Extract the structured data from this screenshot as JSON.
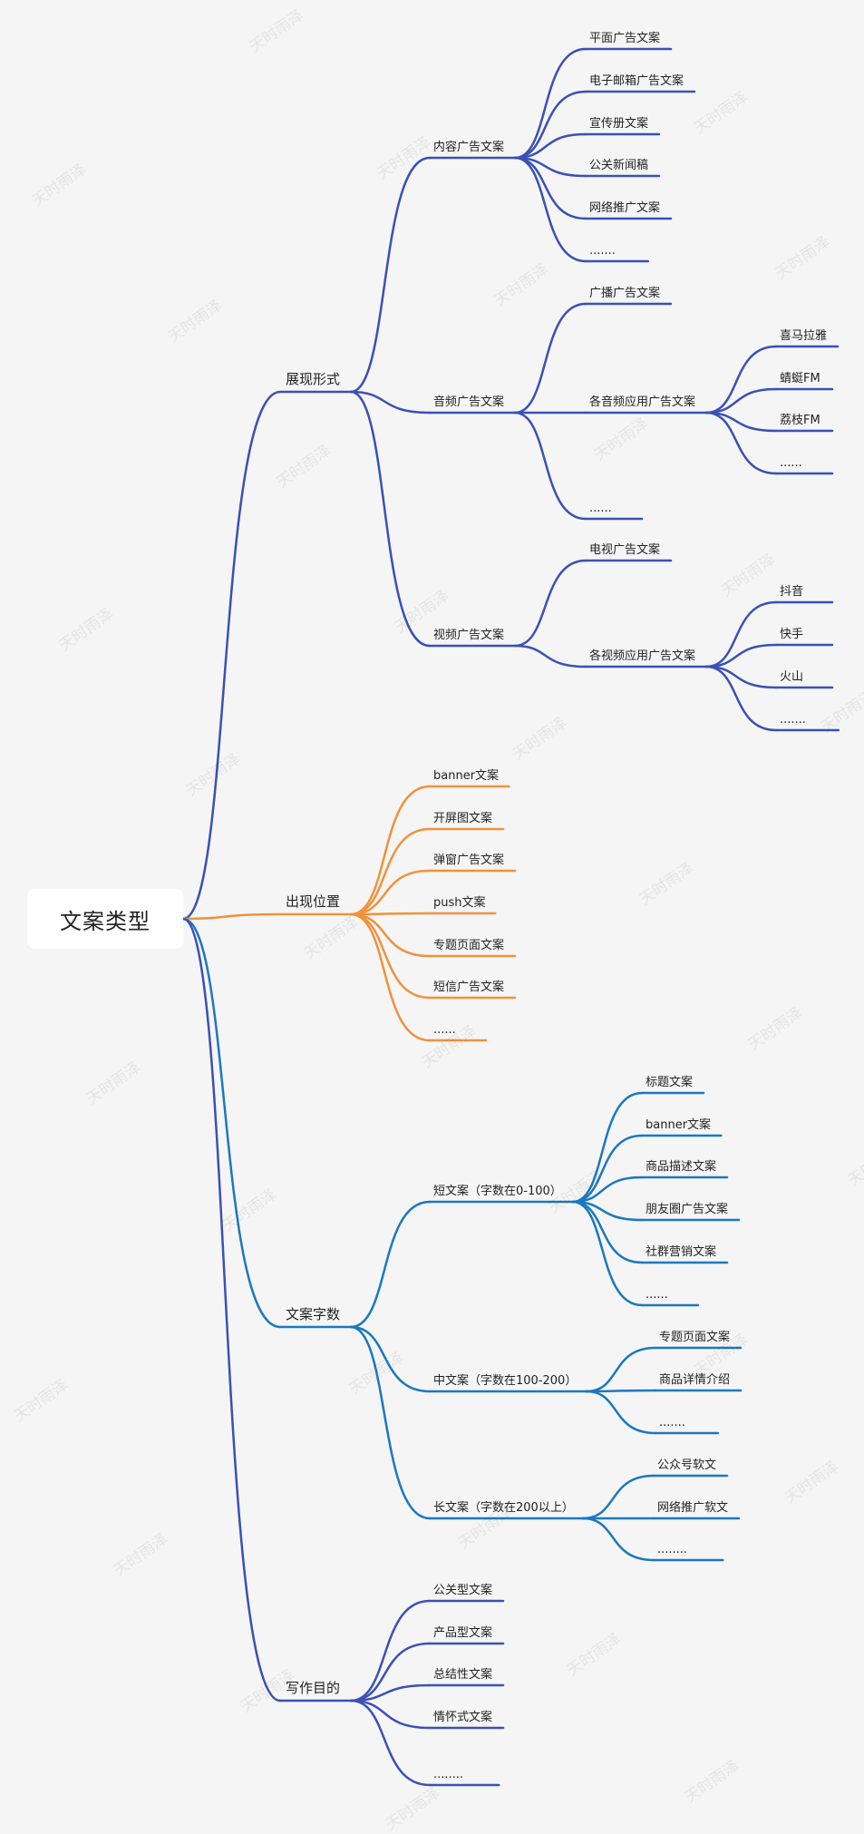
{
  "root": "文案类型",
  "watermark": "天时雨泽",
  "colors": {
    "blue": "#3b50b5",
    "orange": "#f0923a",
    "teal": "#1a78c0"
  },
  "branches": [
    {
      "label": "展现形式",
      "color": "blue",
      "children": [
        {
          "label": "内容广告文案",
          "children": [
            {
              "label": "平面广告文案"
            },
            {
              "label": "电子邮箱广告文案"
            },
            {
              "label": "宣传册文案"
            },
            {
              "label": "公关新闻稿"
            },
            {
              "label": "网络推广文案"
            },
            {
              "label": "......."
            }
          ]
        },
        {
          "label": "音频广告文案",
          "children": [
            {
              "label": "广播广告文案"
            },
            {
              "label": "各音频应用广告文案",
              "children": [
                {
                  "label": "喜马拉雅"
                },
                {
                  "label": "蜻蜓FM"
                },
                {
                  "label": "荔枝FM"
                },
                {
                  "label": "......"
                }
              ]
            },
            {
              "label": "......"
            }
          ]
        },
        {
          "label": "视频广告文案",
          "children": [
            {
              "label": "电视广告文案"
            },
            {
              "label": "各视频应用广告文案",
              "children": [
                {
                  "label": "抖音"
                },
                {
                  "label": "快手"
                },
                {
                  "label": "火山"
                },
                {
                  "label": "......."
                }
              ]
            }
          ]
        }
      ]
    },
    {
      "label": "出现位置",
      "color": "orange",
      "children": [
        {
          "label": "banner文案"
        },
        {
          "label": "开屏图文案"
        },
        {
          "label": "弹窗广告文案"
        },
        {
          "label": "push文案"
        },
        {
          "label": "专题页面文案"
        },
        {
          "label": "短信广告文案"
        },
        {
          "label": "......"
        }
      ]
    },
    {
      "label": "文案字数",
      "color": "teal",
      "children": [
        {
          "label": "短文案（字数在0-100）",
          "children": [
            {
              "label": "标题文案"
            },
            {
              "label": "banner文案"
            },
            {
              "label": "商品描述文案"
            },
            {
              "label": "朋友圈广告文案"
            },
            {
              "label": "社群营销文案"
            },
            {
              "label": "......"
            }
          ]
        },
        {
          "label": "中文案（字数在100-200）",
          "children": [
            {
              "label": "专题页面文案"
            },
            {
              "label": "商品详情介绍"
            },
            {
              "label": "......."
            }
          ]
        },
        {
          "label": "长文案（字数在200以上）",
          "children": [
            {
              "label": "公众号软文"
            },
            {
              "label": "网络推广软文"
            },
            {
              "label": "........"
            }
          ]
        }
      ]
    },
    {
      "label": "写作目的",
      "color": "blue",
      "children": [
        {
          "label": "公关型文案"
        },
        {
          "label": "产品型文案"
        },
        {
          "label": "总结性文案"
        },
        {
          "label": "情怀式文案"
        },
        {
          "label": "........"
        }
      ]
    }
  ]
}
